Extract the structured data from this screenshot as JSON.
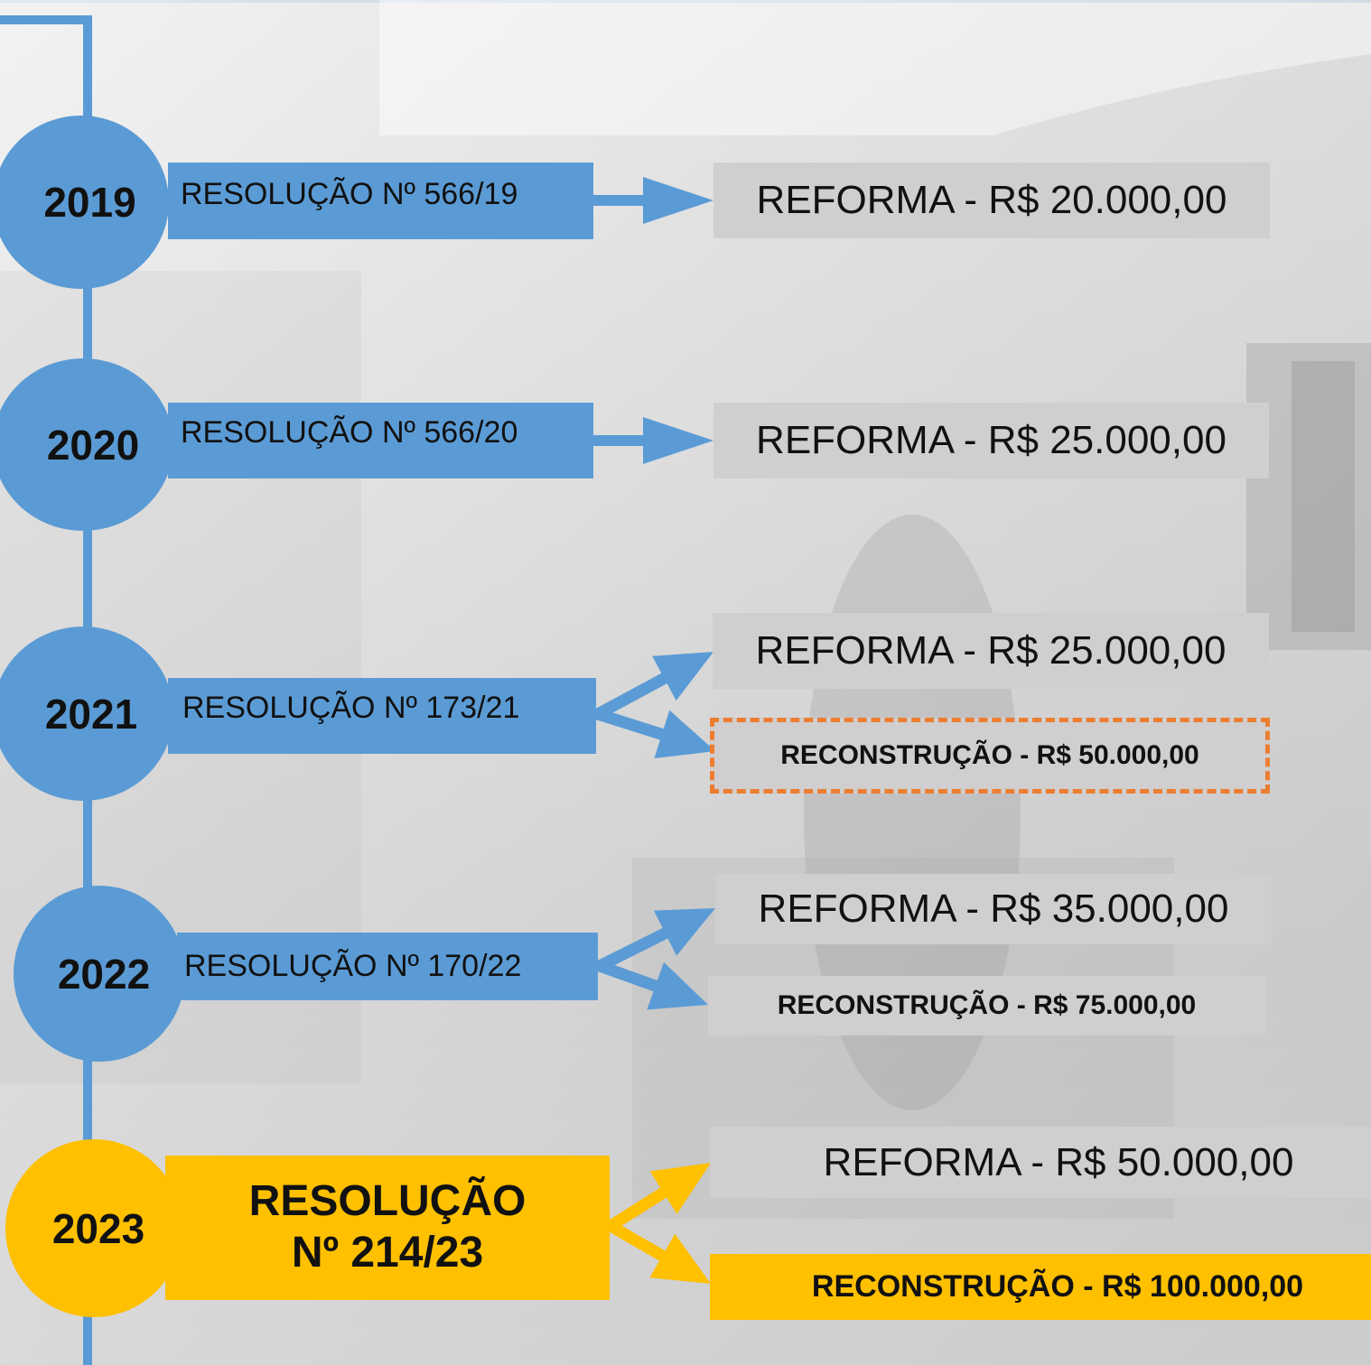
{
  "colors": {
    "timeline_blue": "#5b9bd5",
    "highlight_yellow": "#ffc000",
    "value_gray": "#d0cece",
    "dashed_orange": "#ed7d31"
  },
  "entries": [
    {
      "year": "2019",
      "resolution": "RESOLUÇÃO Nº 566/19",
      "values": [
        "REFORMA - R$ 20.000,00"
      ]
    },
    {
      "year": "2020",
      "resolution": "RESOLUÇÃO Nº 566/20",
      "values": [
        "REFORMA - R$ 25.000,00"
      ]
    },
    {
      "year": "2021",
      "resolution": "RESOLUÇÃO Nº 173/21",
      "values": [
        "REFORMA - R$ 25.000,00",
        "RECONSTRUÇÃO - R$ 50.000,00"
      ]
    },
    {
      "year": "2022",
      "resolution": "RESOLUÇÃO Nº 170/22",
      "values": [
        "REFORMA - R$ 35.000,00",
        "RECONSTRUÇÃO - R$ 75.000,00"
      ]
    },
    {
      "year": "2023",
      "resolution": "RESOLUÇÃO Nº 214/23",
      "values": [
        "REFORMA - R$ 50.000,00",
        "RECONSTRUÇÃO - R$ 100.000,00"
      ]
    }
  ]
}
